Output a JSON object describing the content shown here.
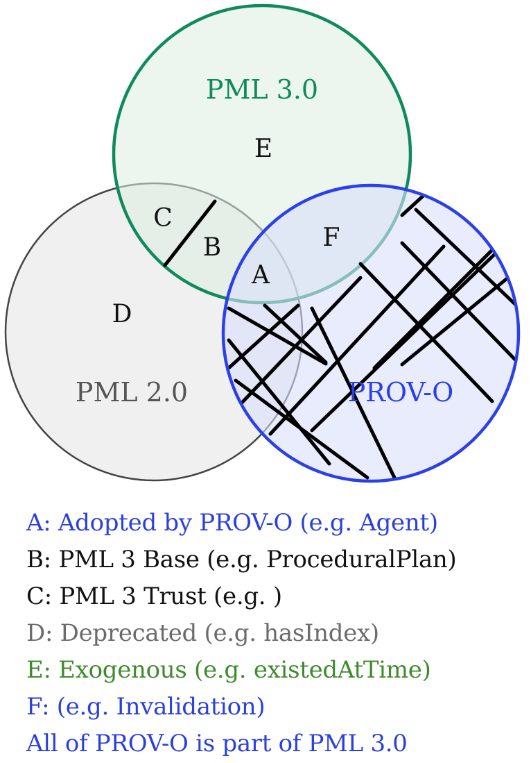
{
  "colors": {
    "pml3": "#0e8a5c",
    "pml3_fill": "#e8f4ec",
    "pml2": "#444444",
    "pml2_fill": "#ededed",
    "provo": "#2b40e6",
    "provo_fill": "#e3e8fa",
    "region_text": "#111111",
    "legend_blue": "#2b3fe0",
    "legend_black": "#111111",
    "legend_grey": "#6b6b6b",
    "legend_green": "#3f8a2e"
  },
  "sets": {
    "pml3": "PML 3.0",
    "pml2": "PML 2.0",
    "provo": "PROV-O"
  },
  "regions": {
    "a": "A",
    "b": "B",
    "c": "C",
    "d": "D",
    "e": "E",
    "f": "F"
  },
  "legend": [
    {
      "text": "A: Adopted by PROV-O (e.g. Agent)",
      "color": "blue"
    },
    {
      "text": "B: PML 3 Base (e.g. ProceduralPlan)",
      "color": "black"
    },
    {
      "text": "C: PML 3 Trust (e.g. )",
      "color": "black"
    },
    {
      "text": "D: Deprecated (e.g. hasIndex)",
      "color": "grey"
    },
    {
      "text": "E: Exogenous (e.g. existedAtTime)",
      "color": "green"
    },
    {
      "text": "F: (e.g. Invalidation)",
      "color": "blue"
    },
    {
      "text": "All of PROV-O is part of PML 3.0",
      "color": "blue"
    }
  ]
}
